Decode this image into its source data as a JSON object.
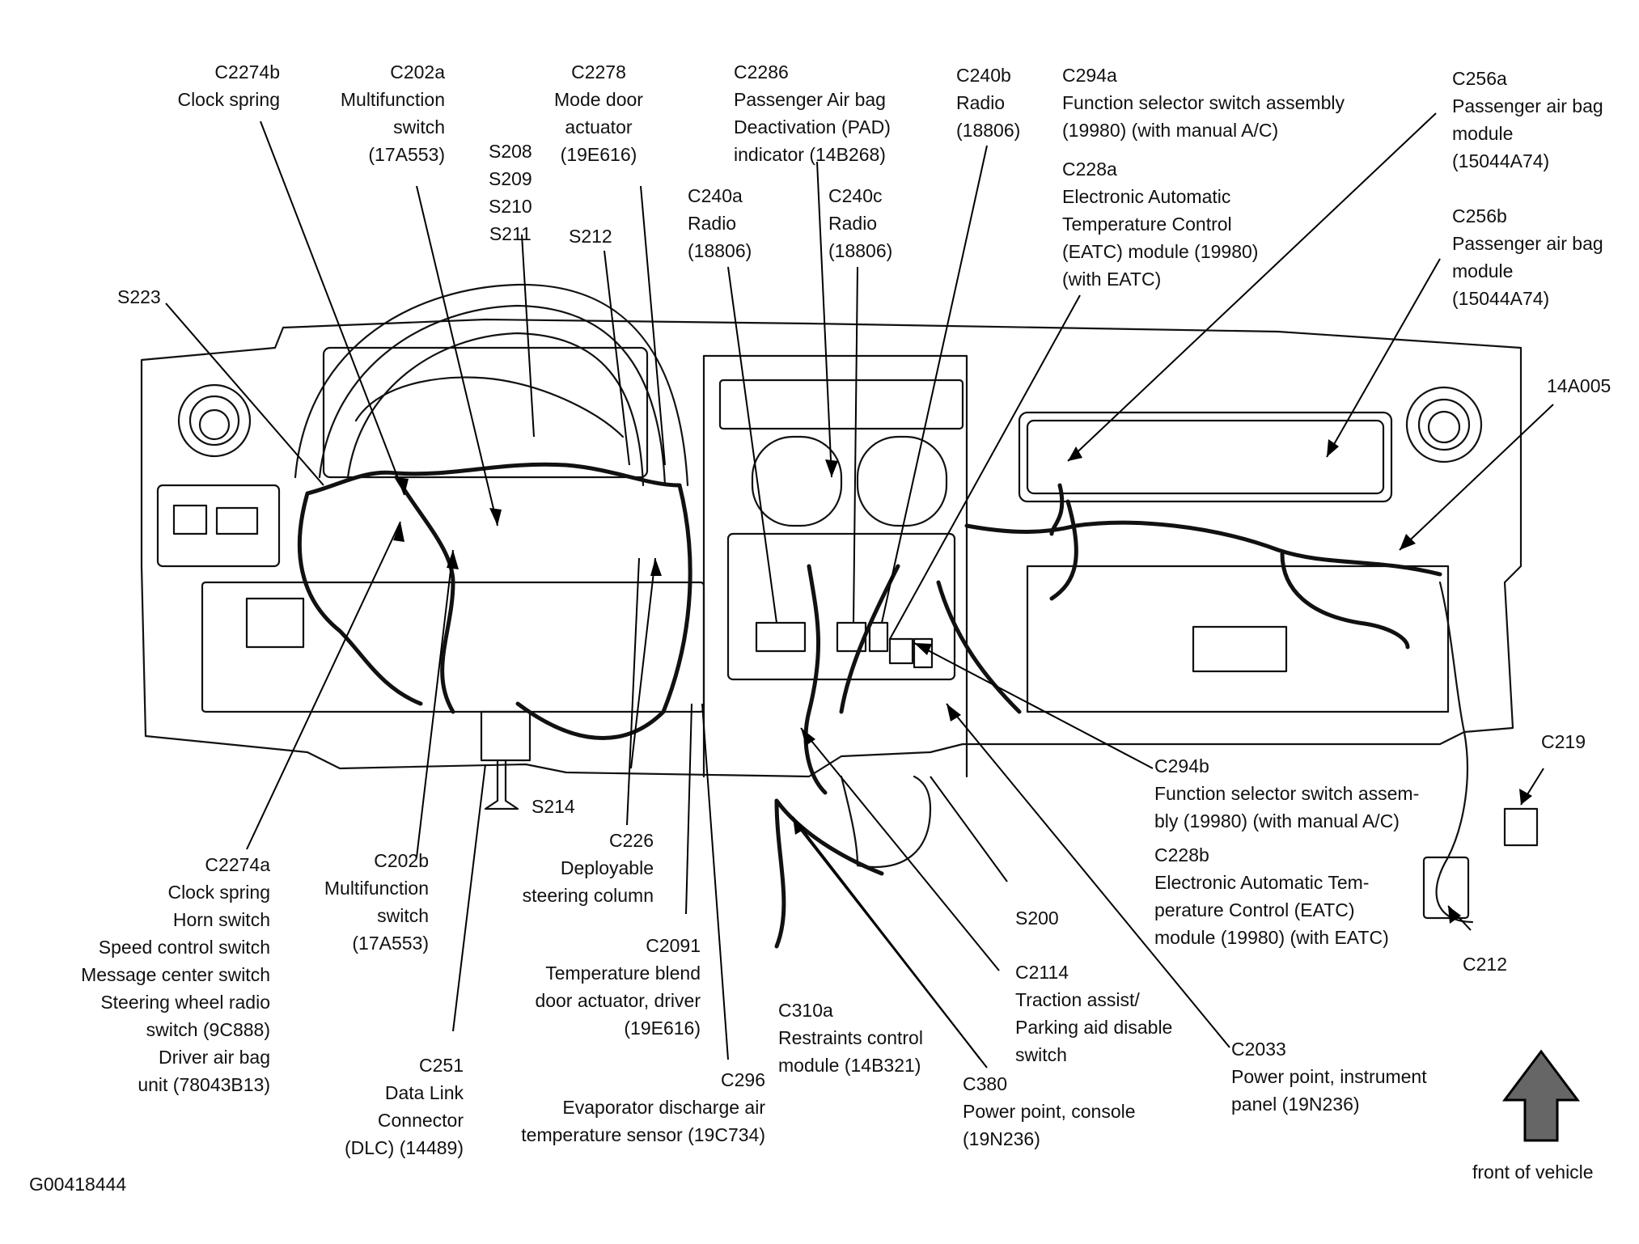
{
  "labels": {
    "c2274b": [
      "C2274b",
      "Clock spring"
    ],
    "c202a": [
      "C202a",
      "Multifunction",
      "switch",
      "(17A553)"
    ],
    "s208": [
      "S208",
      "S209",
      "S210",
      "S211"
    ],
    "s212": [
      "S212"
    ],
    "c2278": [
      "C2278",
      "Mode door",
      "actuator",
      "(19E616)"
    ],
    "c2286": [
      "C2286",
      "Passenger Air bag",
      "Deactivation (PAD)",
      "indicator (14B268)"
    ],
    "c240a": [
      "C240a",
      "Radio",
      "(18806)"
    ],
    "c240c": [
      "C240c",
      "Radio",
      "(18806)"
    ],
    "c240b": [
      "C240b",
      "Radio",
      "(18806)"
    ],
    "c294a": [
      "C294a",
      "Function selector switch assembly",
      "(19980) (with manual A/C)"
    ],
    "c228a": [
      "C228a",
      "Electronic Automatic",
      "Temperature Control",
      "(EATC) module (19980)",
      "(with EATC)"
    ],
    "c256a": [
      "C256a",
      "Passenger air bag",
      "module",
      "(15044A74)"
    ],
    "c256b": [
      "C256b",
      "Passenger air bag",
      "module",
      "(15044A74)"
    ],
    "s223": [
      "S223"
    ],
    "a14a005": [
      "14A005"
    ],
    "c219": [
      "C219"
    ],
    "c212": [
      "C212"
    ],
    "c294b": [
      "C294b",
      "Function selector switch assem-",
      "bly (19980) (with manual A/C)"
    ],
    "c228b": [
      "C228b",
      "Electronic Automatic Tem-",
      "perature Control (EATC)",
      "module (19980) (with EATC)"
    ],
    "s214": [
      "S214"
    ],
    "c226": [
      "C226",
      "Deployable",
      "steering column"
    ],
    "s200": [
      "S200"
    ],
    "c2274a": [
      "C2274a",
      "Clock spring",
      "Horn switch",
      "Speed control switch",
      "Message center switch",
      "Steering wheel radio",
      "switch (9C888)",
      "Driver air bag",
      "unit (78043B13)"
    ],
    "c202b": [
      "C202b",
      "Multifunction",
      "switch",
      "(17A553)"
    ],
    "c251": [
      "C251",
      "Data Link",
      "Connector",
      "(DLC) (14489)"
    ],
    "c2091": [
      "C2091",
      "Temperature blend",
      "door actuator, driver",
      "(19E616)"
    ],
    "c296": [
      "C296",
      "Evaporator discharge air",
      "temperature sensor (19C734)"
    ],
    "c310a": [
      "C310a",
      "Restraints control",
      "module (14B321)"
    ],
    "c380": [
      "C380",
      "Power point, console",
      "(19N236)"
    ],
    "c2114": [
      "C2114",
      "Traction assist/",
      "Parking aid disable",
      "switch"
    ],
    "c2033": [
      "C2033",
      "Power point, instrument",
      "panel (19N236)"
    ]
  },
  "front_label": "front of vehicle",
  "figure_code": "G00418444",
  "icons": {
    "arrow": "up-arrow-icon"
  }
}
